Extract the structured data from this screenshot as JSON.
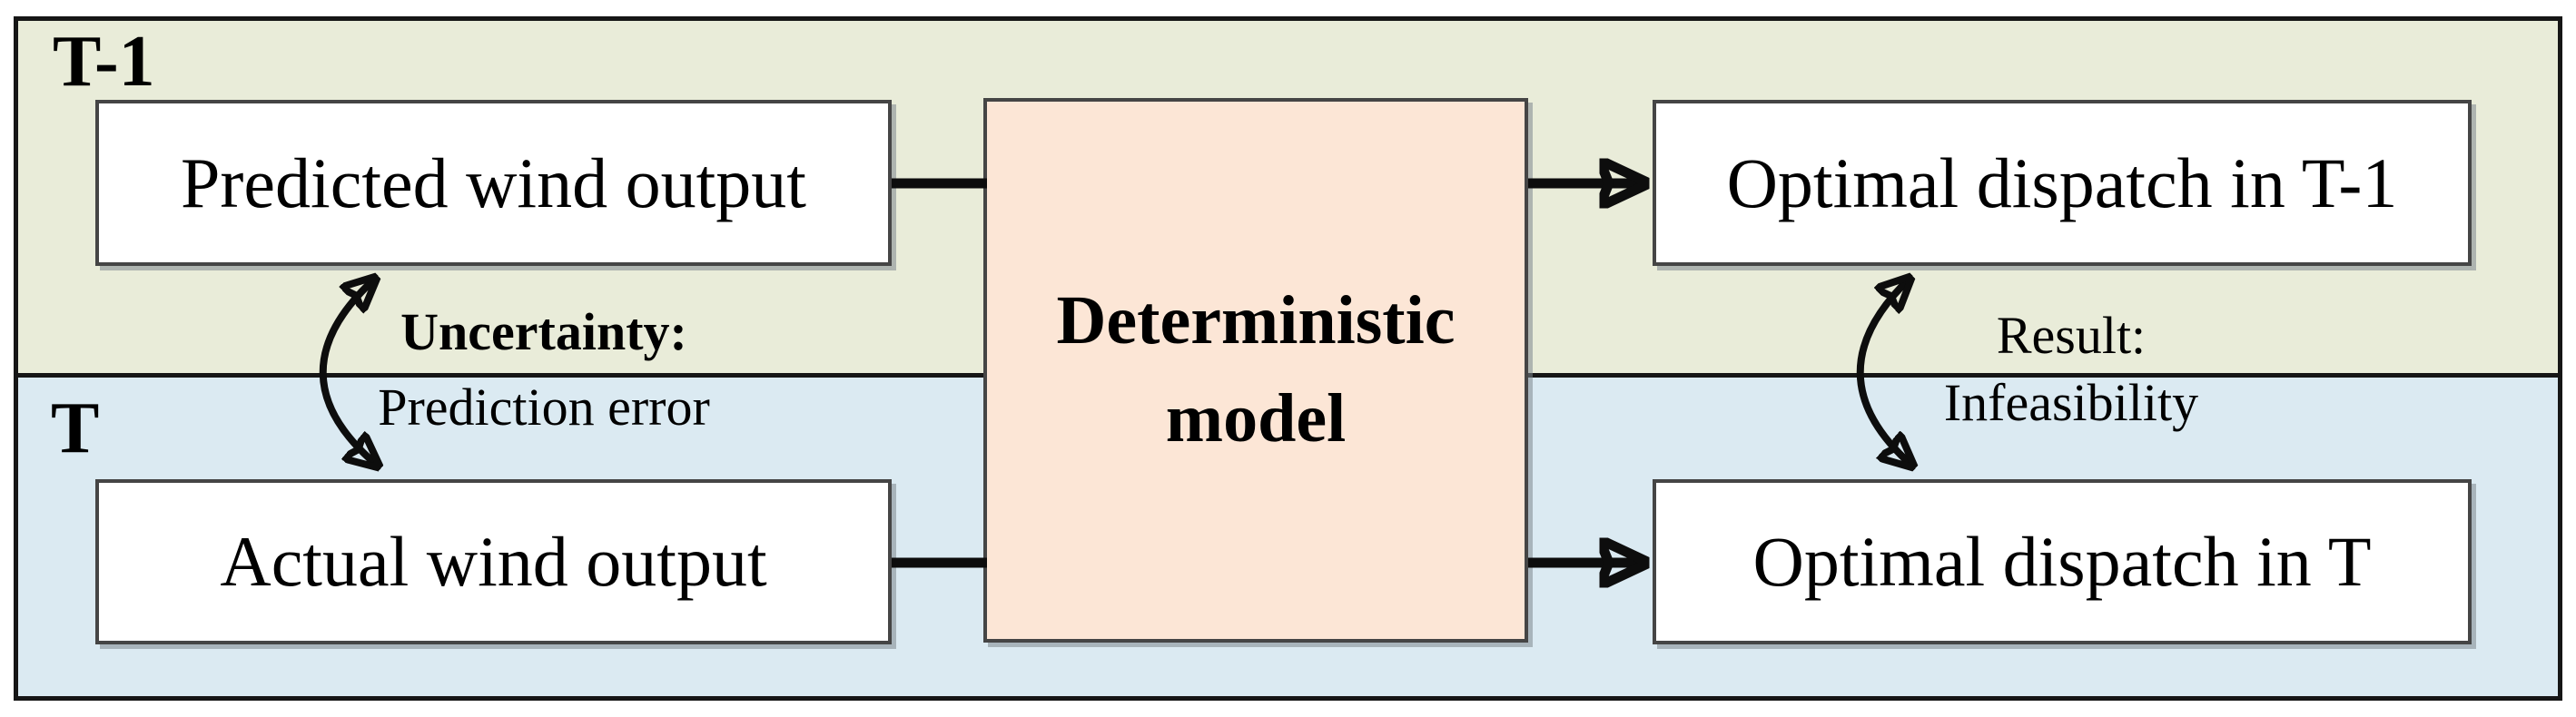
{
  "diagram": {
    "title_semantic": "Deterministic dispatch model under wind uncertainty",
    "bands": {
      "t_minus_1": {
        "label": "T-1",
        "background": "#e9ecd9"
      },
      "t": {
        "label": "T",
        "background": "#dbeaf2"
      }
    },
    "nodes": {
      "predicted_wind": {
        "label": "Predicted wind output",
        "background": "#ffffff"
      },
      "actual_wind": {
        "label": "Actual wind output",
        "background": "#ffffff"
      },
      "model": {
        "line1": "Deterministic",
        "line2": "model",
        "background": "#fce6d6"
      },
      "dispatch_t1": {
        "label": "Optimal dispatch in T-1",
        "background": "#ffffff"
      },
      "dispatch_t": {
        "label": "Optimal dispatch in T",
        "background": "#ffffff"
      }
    },
    "annotations": {
      "uncertainty_title": "Uncertainty:",
      "uncertainty_detail": "Prediction error",
      "result_title": "Result:",
      "result_detail": "Infeasibility"
    },
    "colors": {
      "frame_border": "#161616",
      "box_border": "#454545",
      "arrow": "#0d0d0d",
      "text": "#000000"
    }
  }
}
